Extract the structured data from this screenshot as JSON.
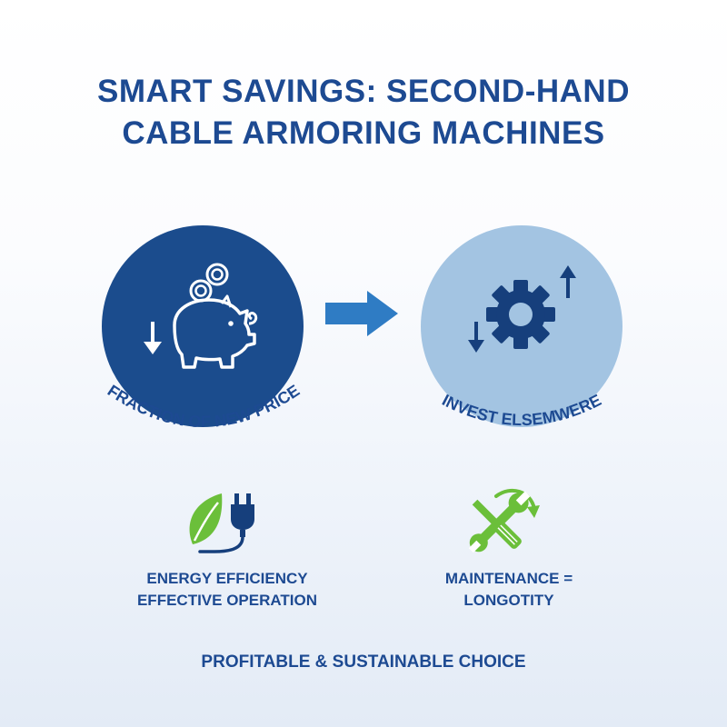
{
  "title": {
    "line1": "SMART SAVINGS: SECOND-HAND",
    "line2": "CABLE ARMORING MACHINES"
  },
  "left_circle": {
    "icon": "piggy-bank-icon",
    "label": "FRACTION OF NEW PRICE",
    "color": "#1b4c8d"
  },
  "arrow": {
    "icon": "arrow-right-icon",
    "color": "#2f7cc4"
  },
  "right_circle": {
    "icon": "gear-icon",
    "label": "INVEST ELSEMWERE",
    "color": "#a3c4e2"
  },
  "features": [
    {
      "icon": "leaf-plug-icon",
      "line1": "ENERGY EFFICIENCY",
      "line2": "EFFECTIVE OPERATION"
    },
    {
      "icon": "wrench-screwdriver-icon",
      "line1": "MAINTENANCE =",
      "line2": "LONGOTITY"
    }
  ],
  "footer": "PROFITABLE & SUSTAINABLE CHOICE",
  "colors": {
    "primary_text": "#1d4a92",
    "accent_green": "#6bbf3a"
  }
}
